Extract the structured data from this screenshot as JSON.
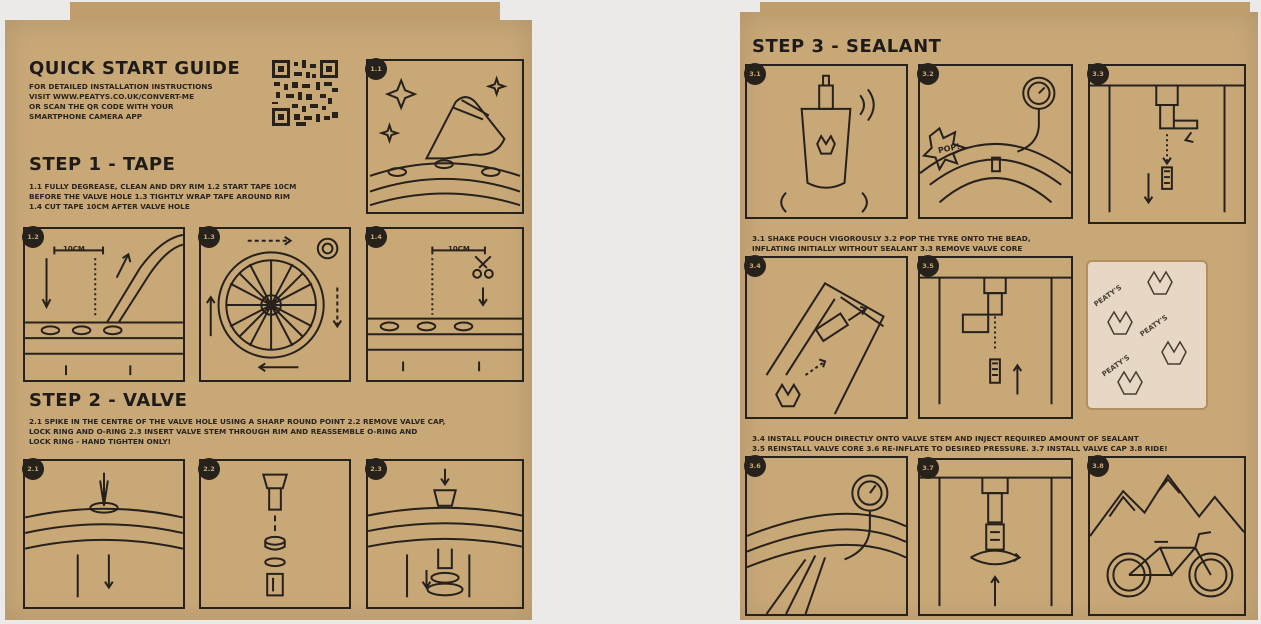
{
  "left_box": {
    "guide_title": "QUICK START GUIDE",
    "guide_lines": [
      "FOR DETAILED INSTALLATION INSTRUCTIONS",
      "VISIT WWW.PEATYS.CO.UK/CONVERT-ME",
      "OR SCAN THE QR CODE WITH YOUR",
      "SMARTPHONE CAMERA APP"
    ],
    "step1_title": "STEP 1 - TAPE",
    "step1_lines": [
      "1.1 FULLY DEGREASE, CLEAN AND DRY RIM 1.2 START TAPE 10CM",
      "BEFORE THE VALVE HOLE 1.3 TIGHTLY WRAP TAPE AROUND RIM",
      "1.4 CUT TAPE 10CM AFTER VALVE HOLE"
    ],
    "step2_title": "STEP 2 - VALVE",
    "step2_lines": [
      "2.1 SPIKE IN THE CENTRE OF THE VALVE HOLE USING A SHARP ROUND POINT 2.2 REMOVE VALVE CAP,",
      "LOCK RING AND O-RING 2.3 INSERT VALVE STEM THROUGH RIM AND REASSEMBLE O-RING AND",
      "LOCK RING - HAND TIGHTEN ONLY!"
    ],
    "panels": [
      "1.1",
      "1.2",
      "1.3",
      "1.4",
      "2.1",
      "2.2",
      "2.3"
    ],
    "measure_label": "10CM"
  },
  "right_box": {
    "step3_title": "STEP 3 - SEALANT",
    "step3_lines_a": [
      "3.1 SHAKE POUCH VIGOROUSLY 3.2 POP THE TYRE ONTO THE BEAD,",
      "INFLATING INITIALLY WITHOUT SEALANT  3.3 REMOVE VALVE CORE"
    ],
    "step3_lines_b": [
      "3.4 INSTALL POUCH DIRECTLY ONTO VALVE STEM AND INJECT REQUIRED AMOUNT OF SEALANT",
      "3.5 REINSTALL VALVE CORE 3.6 RE-INFLATE TO DESIRED PRESSURE. 3.7 INSTALL VALVE CAP 3.8 RIDE!"
    ],
    "panels": [
      "3.1",
      "3.2",
      "3.3",
      "3.4",
      "3.5",
      "3.6",
      "3.7",
      "3.8"
    ],
    "pop_label": "POP!",
    "window_brand": "PEATY'S"
  },
  "colors": {
    "background": "#ebeae8",
    "cardboard": "#c9a878",
    "ink": "#26211b"
  }
}
